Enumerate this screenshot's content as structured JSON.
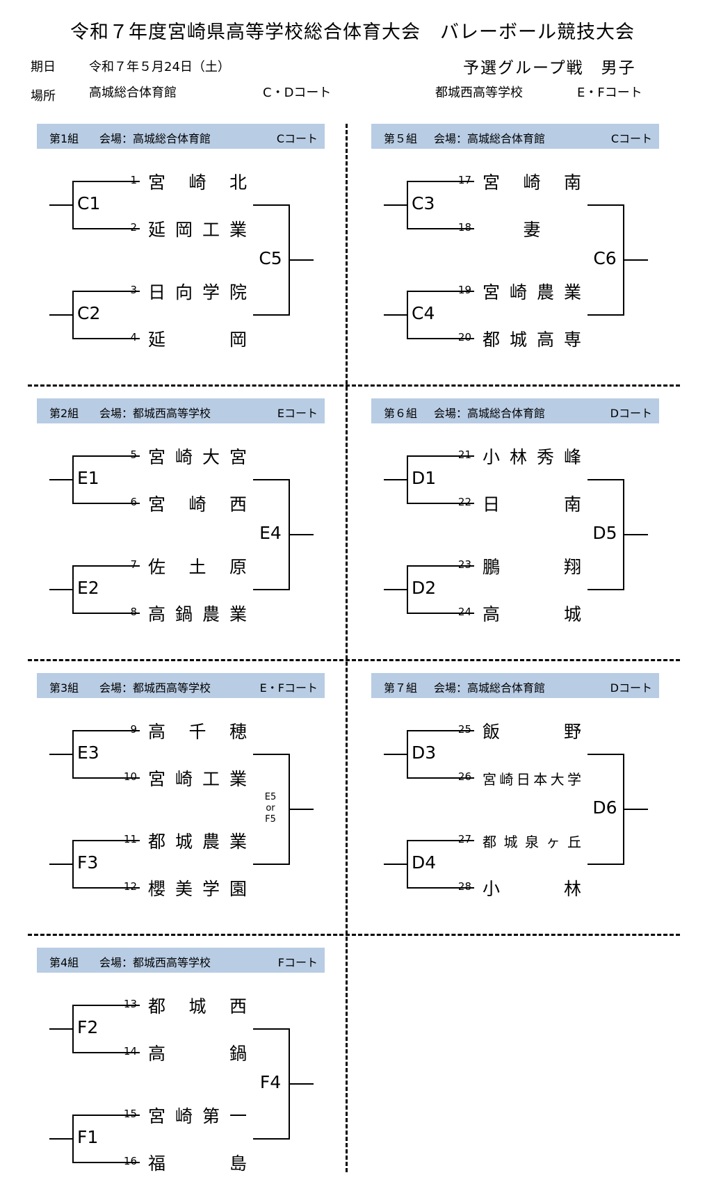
{
  "title": "令和７年度宮崎県高等学校総合体育大会　バレーボール競技大会",
  "info": {
    "date_label": "期日",
    "date_value": "令和７年５月24日（土）",
    "category": "予選グループ戦　男子",
    "venue_label": "場所",
    "venue1": "高城総合体育館",
    "venue1_courts": "C・Dコート",
    "venue2": "都城西高等学校",
    "venue2_courts": "E・Fコート"
  },
  "groups": [
    {
      "name": "第1組",
      "venue": "会場：高城総合体育館",
      "court": "Cコート",
      "matches": [
        "C1",
        "C2"
      ],
      "final": "C5",
      "teams": [
        {
          "seed": "1",
          "name": "宮崎北"
        },
        {
          "seed": "2",
          "name": "延岡工業"
        },
        {
          "seed": "3",
          "name": "日向学院"
        },
        {
          "seed": "4",
          "name": "延岡"
        }
      ]
    },
    {
      "name": "第2組",
      "venue": "会場：都城西高等学校",
      "court": "Eコート",
      "matches": [
        "E1",
        "E2"
      ],
      "final": "E4",
      "teams": [
        {
          "seed": "5",
          "name": "宮崎大宮"
        },
        {
          "seed": "6",
          "name": "宮崎西"
        },
        {
          "seed": "7",
          "name": "佐土原"
        },
        {
          "seed": "8",
          "name": "高鍋農業"
        }
      ]
    },
    {
      "name": "第3組",
      "venue": "会場：都城西高等学校",
      "court": "E・Fコート",
      "matches": [
        "E3",
        "F3"
      ],
      "final": "E5\nor\nF5",
      "teams": [
        {
          "seed": "9",
          "name": "高千穂"
        },
        {
          "seed": "10",
          "name": "宮崎工業"
        },
        {
          "seed": "11",
          "name": "都城農業"
        },
        {
          "seed": "12",
          "name": "櫻美学園"
        }
      ]
    },
    {
      "name": "第4組",
      "venue": "会場：都城西高等学校",
      "court": "Fコート",
      "matches": [
        "F2",
        "F1"
      ],
      "final": "F4",
      "teams": [
        {
          "seed": "13",
          "name": "都城西"
        },
        {
          "seed": "14",
          "name": "高鍋"
        },
        {
          "seed": "15",
          "name": "宮崎第一"
        },
        {
          "seed": "16",
          "name": "福島"
        }
      ]
    },
    {
      "name": "第５組",
      "venue": "会場：高城総合体育館",
      "court": "Cコート",
      "matches": [
        "C3",
        "C4"
      ],
      "final": "C6",
      "teams": [
        {
          "seed": "17",
          "name": "宮崎南"
        },
        {
          "seed": "18",
          "name": "妻"
        },
        {
          "seed": "19",
          "name": "宮崎農業"
        },
        {
          "seed": "20",
          "name": "都城高専"
        }
      ]
    },
    {
      "name": "第６組",
      "venue": "会場：高城総合体育館",
      "court": "Dコート",
      "matches": [
        "D1",
        "D2"
      ],
      "final": "D5",
      "teams": [
        {
          "seed": "21",
          "name": "小林秀峰"
        },
        {
          "seed": "22",
          "name": "日南"
        },
        {
          "seed": "23",
          "name": "鵬翔"
        },
        {
          "seed": "24",
          "name": "高城"
        }
      ]
    },
    {
      "name": "第７組",
      "venue": "会場：高城総合体育館",
      "court": "Dコート",
      "matches": [
        "D3",
        "D4"
      ],
      "final": "D6",
      "teams": [
        {
          "seed": "25",
          "name": "飯野"
        },
        {
          "seed": "26",
          "name": "宮崎日本大学"
        },
        {
          "seed": "27",
          "name": "都城泉ヶ丘"
        },
        {
          "seed": "28",
          "name": "小林"
        }
      ]
    }
  ]
}
